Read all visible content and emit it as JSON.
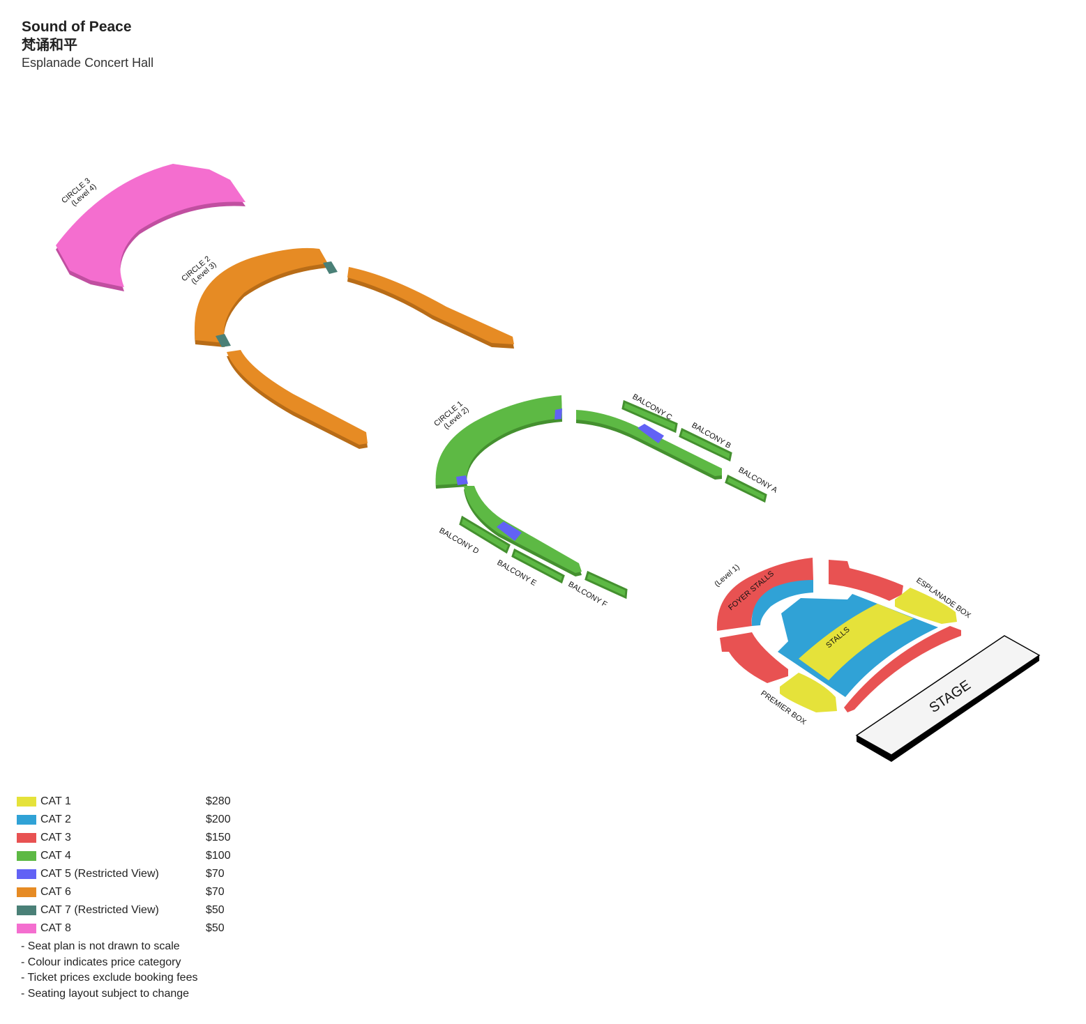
{
  "header": {
    "title": "Sound of Peace",
    "title_cn": "梵诵和平",
    "venue": "Esplanade Concert Hall"
  },
  "colors": {
    "cat1": "#e5e23a",
    "cat2": "#30a2d6",
    "cat3": "#e85252",
    "cat4": "#5db944",
    "cat5": "#6262f5",
    "cat6": "#e68b24",
    "cat7": "#4a8077",
    "cat8": "#f46ecf"
  },
  "sections": {
    "circle3": [
      "CIRCLE 3",
      "(Level 4)"
    ],
    "circle2": [
      "CIRCLE 2",
      "(Level 3)"
    ],
    "circle1": [
      "CIRCLE 1",
      "(Level 2)"
    ],
    "balcony_a": "BALCONY A",
    "balcony_b": "BALCONY B",
    "balcony_c": "BALCONY C",
    "balcony_d": "BALCONY D",
    "balcony_e": "BALCONY E",
    "balcony_f": "BALCONY F",
    "level1": "(Level 1)",
    "foyer_stalls": "FOYER STALLS",
    "stalls": "STALLS",
    "esplanade_box": "ESPLANADE BOX",
    "premier_box": "PREMIER BOX",
    "stage": "STAGE"
  },
  "legend": [
    {
      "name": "CAT 1",
      "price": "$280",
      "color": "#e5e23a"
    },
    {
      "name": "CAT 2",
      "price": "$200",
      "color": "#30a2d6"
    },
    {
      "name": "CAT 3",
      "price": "$150",
      "color": "#e85252"
    },
    {
      "name": "CAT 4",
      "price": "$100",
      "color": "#5db944"
    },
    {
      "name": "CAT 5 (Restricted View)",
      "price": "$70",
      "color": "#6262f5"
    },
    {
      "name": "CAT 6",
      "price": "$70",
      "color": "#e68b24"
    },
    {
      "name": "CAT 7 (Restricted View)",
      "price": "$50",
      "color": "#4a8077"
    },
    {
      "name": "CAT 8",
      "price": "$50",
      "color": "#f46ecf"
    }
  ],
  "notes": [
    "- Seat plan is not drawn to scale",
    "- Colour indicates price category",
    "- Ticket prices exclude booking fees",
    "- Seating layout subject to change"
  ]
}
